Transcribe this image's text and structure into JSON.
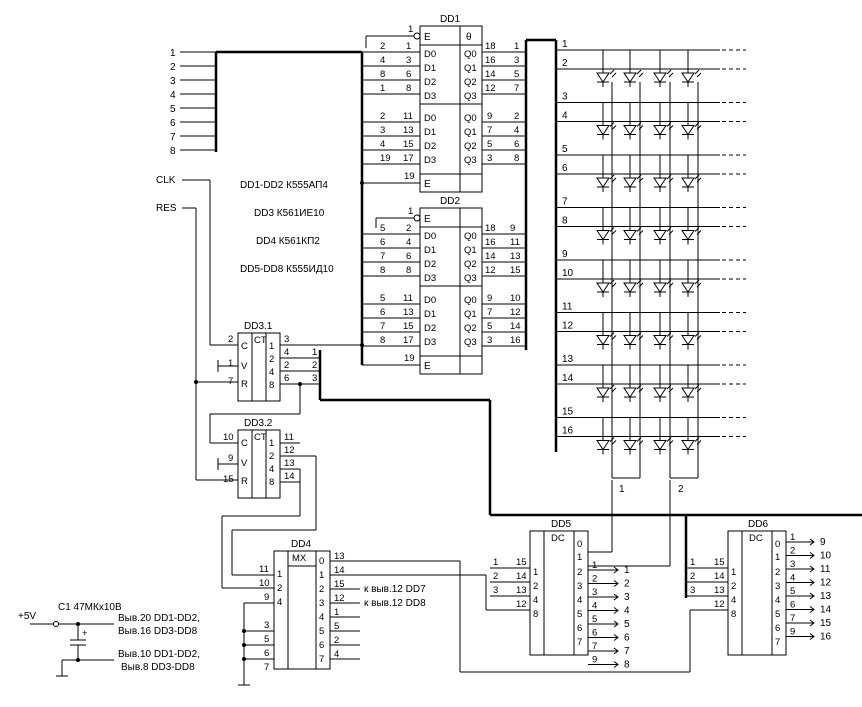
{
  "ics": {
    "dd1": {
      "title": "DD1",
      "enable": "E",
      "inputs": [
        "D0",
        "D1",
        "D2",
        "D3"
      ],
      "outputs": [
        "Q0",
        "Q1",
        "Q2",
        "Q3"
      ],
      "theta": "θ"
    },
    "dd2": {
      "title": "DD2",
      "enable": "E",
      "inputs": [
        "D0",
        "D1",
        "D2",
        "D3"
      ],
      "outputs": [
        "Q0",
        "Q1",
        "Q2",
        "Q3"
      ]
    },
    "dd31": {
      "title": "DD3.1",
      "ct": "CT",
      "c": "C",
      "v": "V",
      "r": "R",
      "weights": [
        "1",
        "2",
        "4",
        "8"
      ]
    },
    "dd32": {
      "title": "DD3.2",
      "ct": "CT",
      "c": "C",
      "v": "V",
      "r": "R",
      "weights": [
        "1",
        "2",
        "4",
        "8"
      ]
    },
    "dd4": {
      "title": "DD4",
      "mx": "MX",
      "ctrl": [
        "1",
        "2",
        "4"
      ],
      "nums": [
        "0",
        "1",
        "2",
        "3",
        "4",
        "5",
        "6",
        "7"
      ]
    },
    "dd5": {
      "title": "DD5",
      "dc": "DC",
      "in": [
        "1",
        "2",
        "4",
        "8"
      ],
      "out": [
        "0",
        "1",
        "2",
        "3",
        "4",
        "5",
        "6",
        "7",
        "9"
      ]
    },
    "dd6": {
      "title": "DD6",
      "dc": "DC",
      "in": [
        "1",
        "2",
        "4",
        "8"
      ],
      "out": [
        "0",
        "1",
        "2",
        "3",
        "4",
        "5",
        "6",
        "7",
        "9"
      ]
    }
  },
  "labels": {
    "clk": "CLK",
    "res": "RES",
    "notes": [
      "DD1-DD2 К555АП4",
      "DD3 К561ИЕ10",
      "DD4 К561КП2",
      "DD5-DD8 К555ИД10"
    ],
    "cap": "C1 47МКх10В",
    "plus5v": "+5V",
    "plus": "+",
    "pwr1": "Выв.20 DD1-DD2,",
    "pwr2": "Выв.16 DD3-DD8",
    "gnd1": "Выв.10 DD1-DD2,",
    "gnd2": "Выв.8 DD3-DD8",
    "to_dd7": "к выв.12 DD7",
    "to_dd8": "к выв.12 DD8",
    "col1": "1",
    "col2": "2"
  },
  "bus_inputs": [
    "1",
    "2",
    "3",
    "4",
    "5",
    "6",
    "7",
    "8"
  ],
  "rows": [
    "1",
    "2",
    "3",
    "4",
    "5",
    "6",
    "7",
    "8",
    "9",
    "10",
    "11",
    "12",
    "13",
    "14",
    "15",
    "16"
  ],
  "pins": {
    "dd1_left": [
      "1",
      "2",
      "4",
      "8",
      "1",
      "2",
      "3",
      "4",
      "19"
    ],
    "dd1_left_in": [
      "1",
      "3",
      "6",
      "8",
      "11",
      "13",
      "15",
      "17"
    ],
    "dd1_right": [
      "18",
      "16",
      "14",
      "12",
      "9",
      "7",
      "5",
      "3"
    ],
    "dd1_right_out": [
      "1",
      "3",
      "5",
      "7",
      "2",
      "4",
      "6",
      "8"
    ],
    "dd2_left": [
      "1",
      "5",
      "6",
      "7",
      "8",
      "5",
      "6",
      "7",
      "8",
      "19"
    ],
    "dd2_left_in": [
      "2",
      "4",
      "6",
      "8",
      "11",
      "13",
      "15",
      "17"
    ],
    "dd2_right": [
      "18",
      "16",
      "14",
      "12",
      "9",
      "7",
      "5",
      "3"
    ],
    "dd2_right_out": [
      "9",
      "11",
      "13",
      "15",
      "10",
      "12",
      "14",
      "16"
    ],
    "dd31_left": [
      "2",
      "1",
      "7"
    ],
    "dd31_right": [
      "3",
      "4",
      "2",
      "6"
    ],
    "dd31_bus": [
      "1",
      "2",
      "3"
    ],
    "dd32_left": [
      "10",
      "9",
      "15"
    ],
    "dd32_right": [
      "11",
      "12",
      "13",
      "14"
    ],
    "dd4_left": [
      "11",
      "10",
      "9",
      "3",
      "5",
      "6",
      "7"
    ],
    "dd4_right": [
      "13",
      "14",
      "15",
      "12",
      "1",
      "5",
      "2",
      "4"
    ],
    "dd5_left": [
      "15",
      "14",
      "13",
      "12"
    ],
    "dd5_left_bus": [
      "1",
      "2",
      "3"
    ],
    "dd5_out_nums": [
      "1",
      "2",
      "3",
      "4",
      "5",
      "6",
      "7",
      "8"
    ],
    "dd6_left": [
      "15",
      "14",
      "13",
      "12"
    ],
    "dd6_left_bus": [
      "1",
      "2",
      "3"
    ],
    "dd6_out_nums": [
      "9",
      "10",
      "11",
      "12",
      "13",
      "14",
      "15",
      "16"
    ],
    "dd5_right_pins": [
      "1",
      "2",
      "3",
      "4",
      "5",
      "6",
      "7",
      "9"
    ],
    "dd6_right_pins": [
      "1",
      "2",
      "3",
      "4",
      "5",
      "6",
      "7",
      "9"
    ]
  },
  "colors": {
    "ink": "#000000",
    "paper": "#ffffff"
  }
}
